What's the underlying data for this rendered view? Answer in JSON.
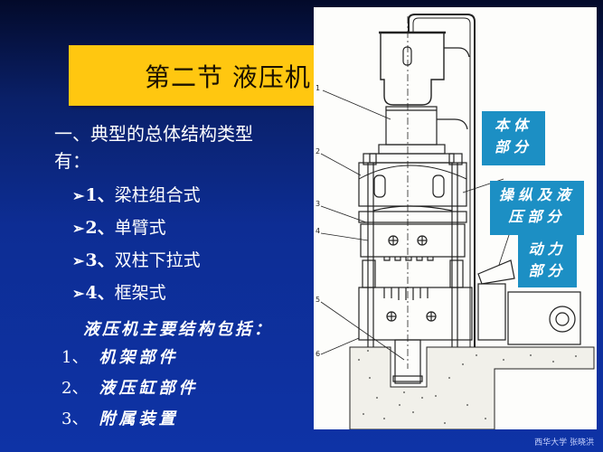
{
  "slide": {
    "title": "第二节  液压机",
    "heading": "一、典型的总体结构类型有：",
    "types": [
      {
        "bullet": "➢",
        "num": "1、",
        "label": "梁柱组合式"
      },
      {
        "bullet": "➢",
        "num": "2、",
        "label": "单臂式"
      },
      {
        "bullet": "➢",
        "num": "3、",
        "label": "双柱下拉式"
      },
      {
        "bullet": "➢",
        "num": "4、",
        "label": "框架式"
      }
    ],
    "main_structure_title": "液压机主要结构包括：",
    "parts": [
      {
        "num": "1、",
        "label": "机架部件"
      },
      {
        "num": "2、",
        "label": "液压缸部件"
      },
      {
        "num": "3、",
        "label": "附属装置"
      }
    ],
    "footer": "西华大学 张晓洪"
  },
  "figure": {
    "callouts": [
      {
        "line1": "本体",
        "line2": "部分"
      },
      {
        "line1": "操纵及液",
        "line2": "压部分"
      },
      {
        "line1": "动力",
        "line2": "部分"
      }
    ],
    "labels": [
      "1",
      "2",
      "3",
      "4",
      "5",
      "6"
    ]
  },
  "colors": {
    "title_bar": "#ffc710",
    "callout": "#1c8fc4",
    "background_top": "#030a2a",
    "background_bottom": "#0e33a6"
  }
}
